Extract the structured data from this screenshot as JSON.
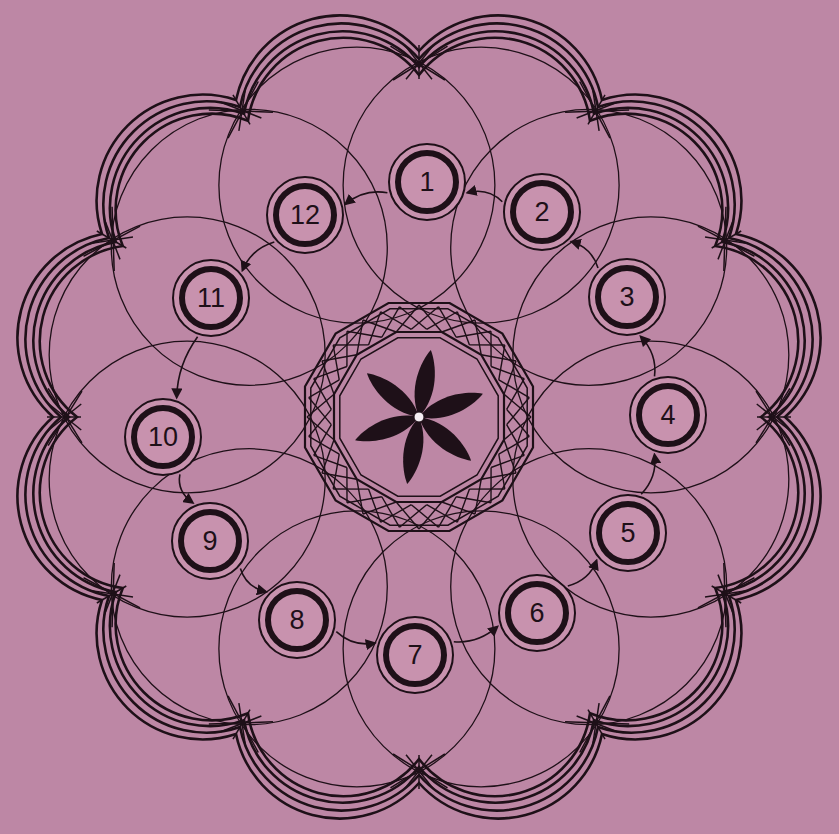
{
  "diagram": {
    "nodes": [
      {
        "text": [
          "1"
        ]
      },
      {
        "text": [
          "2"
        ]
      },
      {
        "text": [
          "3"
        ]
      },
      {
        "text": [
          "4"
        ]
      },
      {
        "text": [
          "5"
        ]
      },
      {
        "text": [
          "6"
        ]
      },
      {
        "text": [
          "7"
        ]
      },
      {
        "text": [
          "8"
        ]
      },
      {
        "text": [
          "9"
        ]
      },
      {
        "text": [
          "10"
        ]
      },
      {
        "text": [
          "11"
        ]
      },
      {
        "text": [
          "12"
        ]
      }
    ],
    "edges": [
      {
        "from": 0,
        "to": 11,
        "arrow": "to"
      },
      {
        "from": 1,
        "to": 0,
        "arrow": "to"
      },
      {
        "from": 2,
        "to": 1,
        "arrow": "to"
      },
      {
        "from": 3,
        "to": 2,
        "arrow": "to"
      },
      {
        "from": 4,
        "to": 3,
        "arrow": "to"
      },
      {
        "from": 5,
        "to": 4,
        "arrow": "to"
      },
      {
        "from": 6,
        "to": 5,
        "arrow": "to"
      },
      {
        "from": 7,
        "to": 6,
        "arrow": "to"
      },
      {
        "from": 8,
        "to": 7,
        "arrow": "to"
      },
      {
        "from": 9,
        "to": 8,
        "arrow": "to"
      },
      {
        "from": 10,
        "to": 9,
        "arrow": "to"
      },
      {
        "from": 11,
        "to": 10,
        "arrow": "to"
      }
    ]
  }
}
